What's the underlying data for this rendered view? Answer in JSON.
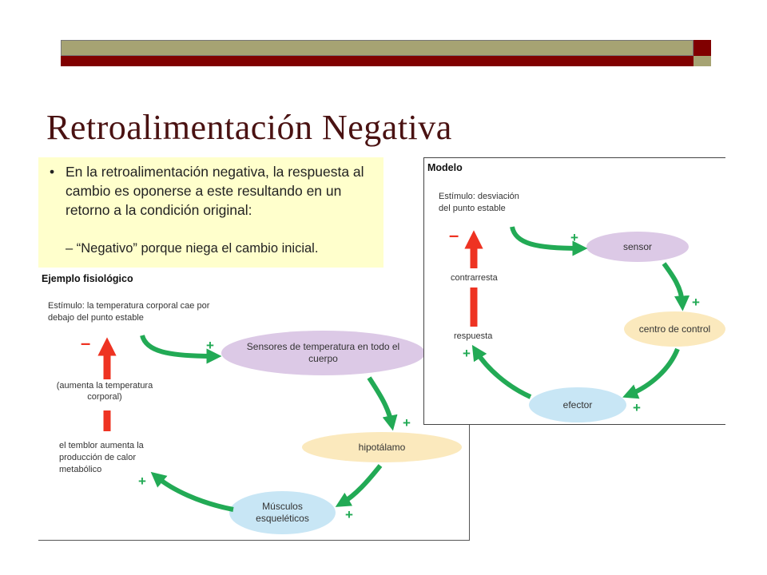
{
  "slide": {
    "title": "Retroalimentación Negativa",
    "bullet_marker": "•",
    "bullet": "En la retroalimentación negativa, la respuesta al cambio es oponerse a este resultando en un retorno a la condición original:",
    "sub_bullet": "– “Negativo” porque niega el cambio inicial."
  },
  "model": {
    "header": "Modelo",
    "stimulus_line1": "Estímulo: desviación",
    "stimulus_line2": "del punto estable",
    "sensor": "sensor",
    "control_center": "centro de control",
    "effector": "efector",
    "counteracts": "contrarresta",
    "response": "respuesta",
    "plus": "+",
    "minus": "–"
  },
  "example": {
    "header": "Ejemplo fisiológico",
    "stimulus_line1": "Estímulo: la temperatura corporal cae por",
    "stimulus_line2": "debajo del punto estable",
    "sensors": "Sensores de temperatura en todo el cuerpo",
    "hypothalamus": "hipotálamo",
    "muscles": "Músculos esqueléticos",
    "raises_line1": "(aumenta la temperatura",
    "raises_line2": "corporal)",
    "shiver_line1": "el temblor aumenta la",
    "shiver_line2": "producción de calor",
    "shiver_line3": "metabólico",
    "plus": "+",
    "minus": "–"
  },
  "colors": {
    "arrow_green": "#22aa55",
    "arrow_red": "#ee3322",
    "title": "#4a1212",
    "highlight": "#ffffcc"
  }
}
